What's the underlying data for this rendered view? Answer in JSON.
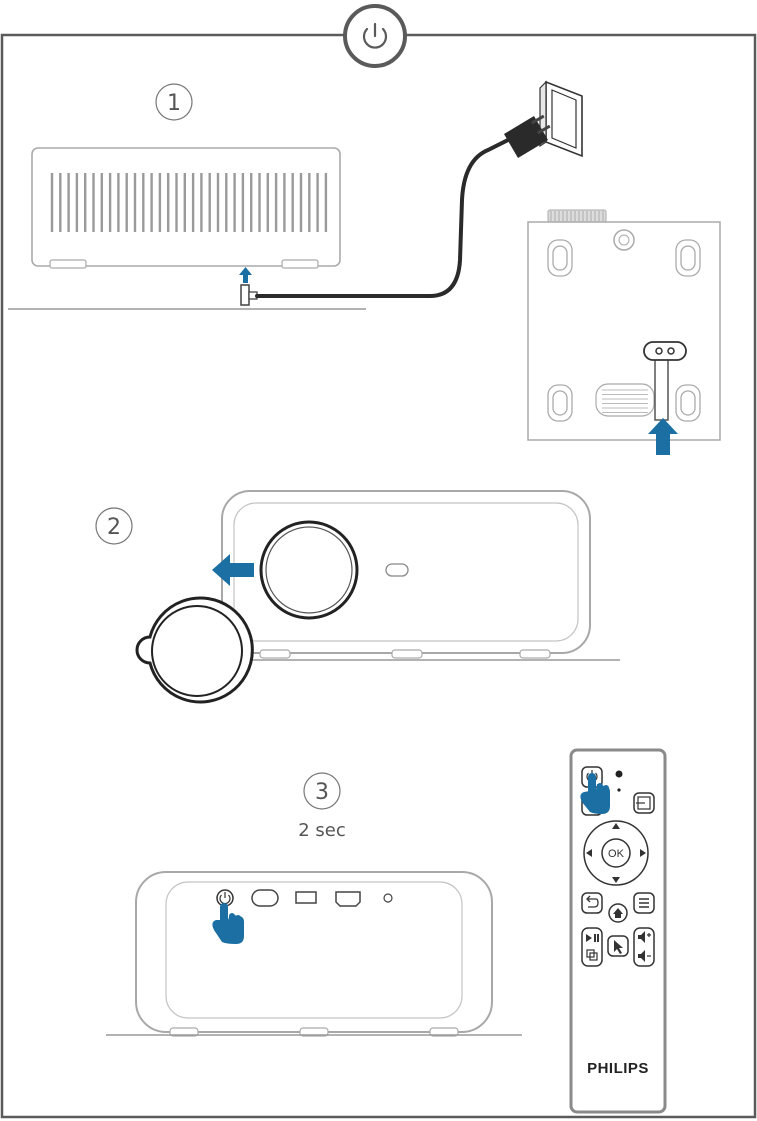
{
  "figure": "Projector power-on instructions",
  "header": {
    "icon": "power-icon"
  },
  "steps": [
    {
      "number": "1",
      "caption": ""
    },
    {
      "number": "2",
      "caption": ""
    },
    {
      "number": "3",
      "caption": "2 sec"
    }
  ],
  "remote": {
    "brand": "PHILIPS",
    "ok_label": "OK"
  },
  "colors": {
    "frame": "#5a5a5a",
    "line_art": "#9a9a9a",
    "arrow": "#1b6fa3",
    "hand": "#1b6fa3",
    "remote_body": "#8a8a8a"
  }
}
